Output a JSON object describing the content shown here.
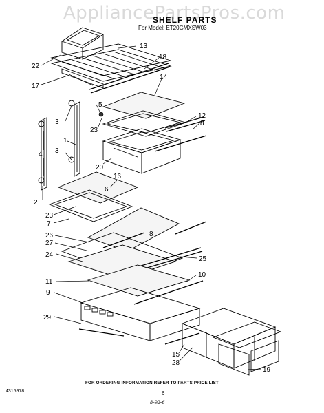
{
  "watermark": "AppliancePartsPros.com",
  "title": "SHELF PARTS",
  "subtitle": "For Model: ET20GMXSW03",
  "callouts": [
    "22",
    "13",
    "18",
    "17",
    "14",
    "5",
    "3",
    "12",
    "8",
    "23",
    "1",
    "4",
    "3",
    "20",
    "16",
    "6",
    "2",
    "23",
    "7",
    "26",
    "8",
    "27",
    "25",
    "24",
    "11",
    "10",
    "9",
    "29",
    "15",
    "28",
    "19"
  ],
  "footer": "FOR ORDERING INFORMATION REFER TO PARTS PRICE LIST",
  "doc_number": "4315978",
  "page_number": "6",
  "date": "8-92-6"
}
